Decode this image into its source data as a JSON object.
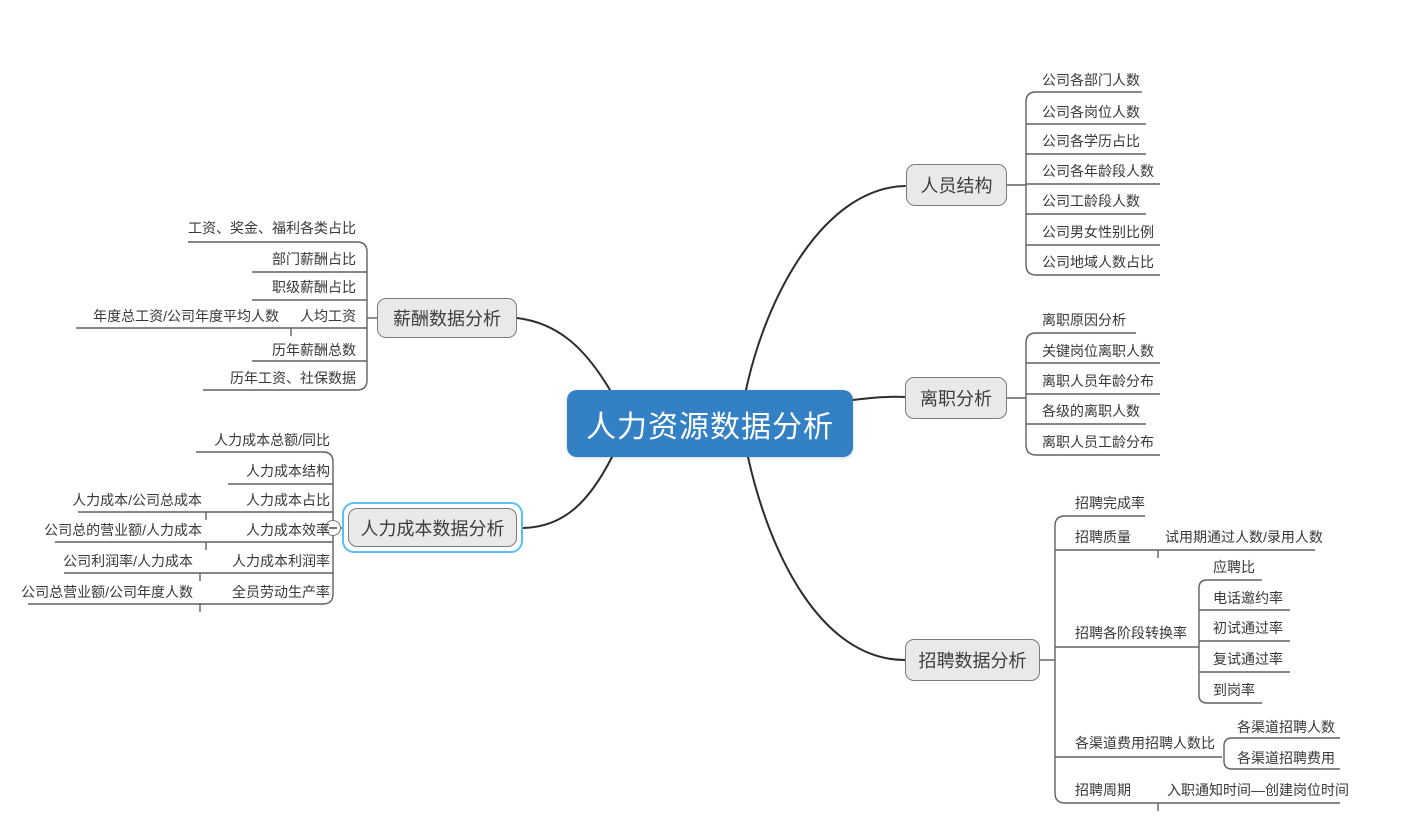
{
  "colors": {
    "root_bg": "#3380c4",
    "branch_bg": "#e9e9e9",
    "branch_border": "#7a7a7a",
    "selection_border": "#57c0f8",
    "line": "#606060",
    "main_curve": "#2d2d2d"
  },
  "root": {
    "label": "人力资源数据分析"
  },
  "branches": {
    "salary": {
      "label": "薪酬数据分析",
      "children": [
        {
          "label": "工资、奖金、福利各类占比"
        },
        {
          "label": "部门薪酬占比"
        },
        {
          "label": "职级薪酬占比"
        },
        {
          "label": "人均工资",
          "sub": "年度总工资/公司年度平均人数"
        },
        {
          "label": "历年薪酬总数"
        },
        {
          "label": "历年工资、社保数据"
        }
      ]
    },
    "cost": {
      "label": "人力成本数据分析",
      "selected": true,
      "children": [
        {
          "label": "人力成本总额/同比"
        },
        {
          "label": "人力成本结构"
        },
        {
          "label": "人力成本占比",
          "sub": "人力成本/公司总成本"
        },
        {
          "label": "人力成本效率",
          "sub": "公司总的营业额/人力成本"
        },
        {
          "label": "人力成本利润率",
          "sub": "公司利润率/人力成本"
        },
        {
          "label": "全员劳动生产率",
          "sub": "公司总营业额/公司年度人数"
        }
      ]
    },
    "structure": {
      "label": "人员结构",
      "children": [
        {
          "label": "公司各部门人数"
        },
        {
          "label": "公司各岗位人数"
        },
        {
          "label": "公司各学历占比"
        },
        {
          "label": "公司各年龄段人数"
        },
        {
          "label": "公司工龄段人数"
        },
        {
          "label": "公司男女性别比例"
        },
        {
          "label": "公司地域人数占比"
        }
      ]
    },
    "turnover": {
      "label": "离职分析",
      "children": [
        {
          "label": "离职原因分析"
        },
        {
          "label": "关键岗位离职人数"
        },
        {
          "label": "离职人员年龄分布"
        },
        {
          "label": "各级的离职人数"
        },
        {
          "label": "离职人员工龄分布"
        }
      ]
    },
    "recruiting": {
      "label": "招聘数据分析",
      "children": [
        {
          "label": "招聘完成率"
        },
        {
          "label": "招聘质量",
          "sub": "试用期通过人数/录用人数"
        },
        {
          "label": "招聘各阶段转换率",
          "children": [
            {
              "label": "应聘比"
            },
            {
              "label": "电话邀约率"
            },
            {
              "label": "初试通过率"
            },
            {
              "label": "复试通过率"
            },
            {
              "label": "到岗率"
            }
          ]
        },
        {
          "label": "各渠道费用招聘人数比",
          "children": [
            {
              "label": "各渠道招聘人数"
            },
            {
              "label": "各渠道招聘费用"
            }
          ]
        },
        {
          "label": "招聘周期",
          "sub": "入职通知时间—创建岗位时间"
        }
      ]
    }
  }
}
